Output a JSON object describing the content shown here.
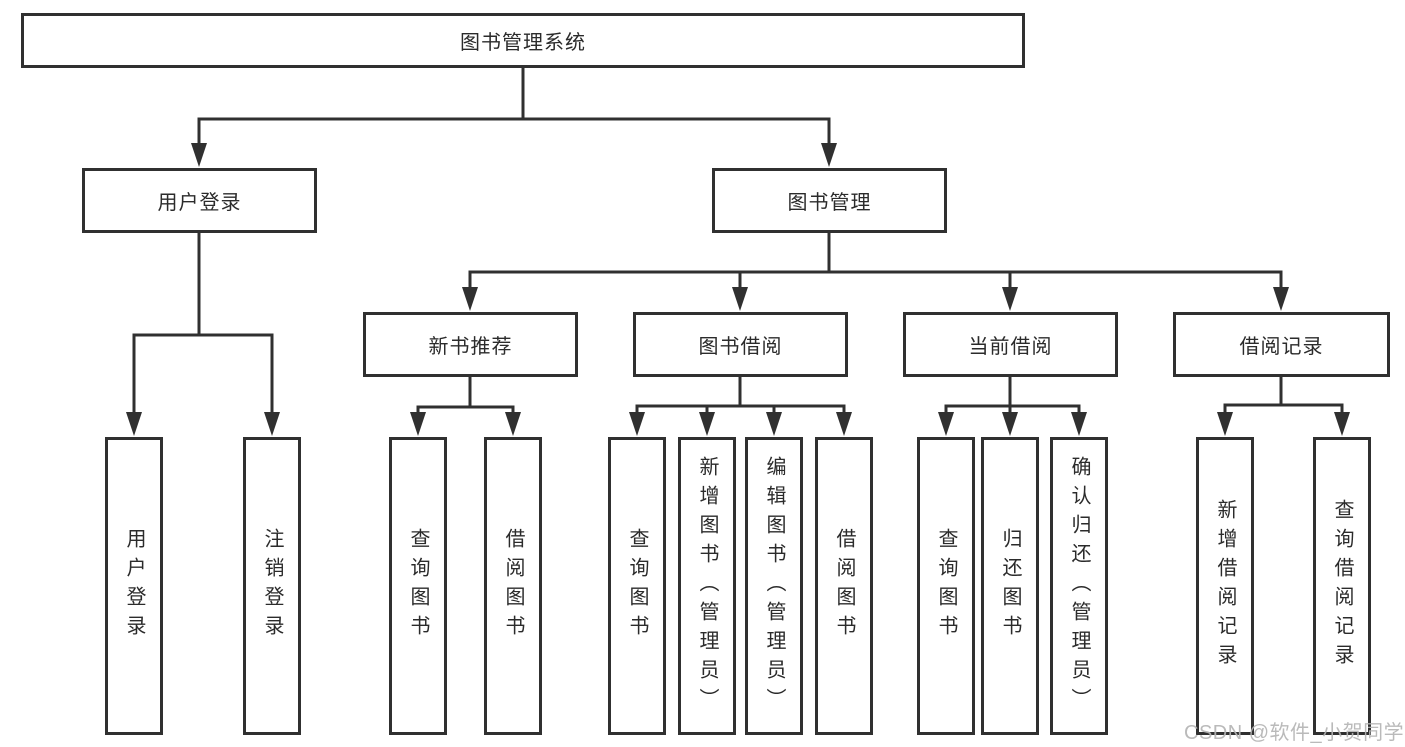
{
  "colors": {
    "background": "#ffffff",
    "line": "#303030",
    "text": "#2b2b2b",
    "watermark": "#b5b5b5"
  },
  "nodes": {
    "root": {
      "label": "图书管理系统"
    },
    "level2": [
      {
        "label": "用户登录"
      },
      {
        "label": "图书管理"
      }
    ],
    "level3": [
      {
        "label": "新书推荐"
      },
      {
        "label": "图书借阅"
      },
      {
        "label": "当前借阅"
      },
      {
        "label": "借阅记录"
      }
    ],
    "leaves": [
      {
        "label": "用户登录"
      },
      {
        "label": "注销登录"
      },
      {
        "label": "查询图书"
      },
      {
        "label": "借阅图书"
      },
      {
        "label": "查询图书"
      },
      {
        "label": "新增图书（管理员）"
      },
      {
        "label": "编辑图书（管理员）"
      },
      {
        "label": "借阅图书"
      },
      {
        "label": "查询图书"
      },
      {
        "label": "归还图书"
      },
      {
        "label": "确认归还（管理员）"
      },
      {
        "label": "新增借阅记录"
      },
      {
        "label": "查询借阅记录"
      }
    ]
  },
  "watermark": "CSDN @软件_小贺同学"
}
